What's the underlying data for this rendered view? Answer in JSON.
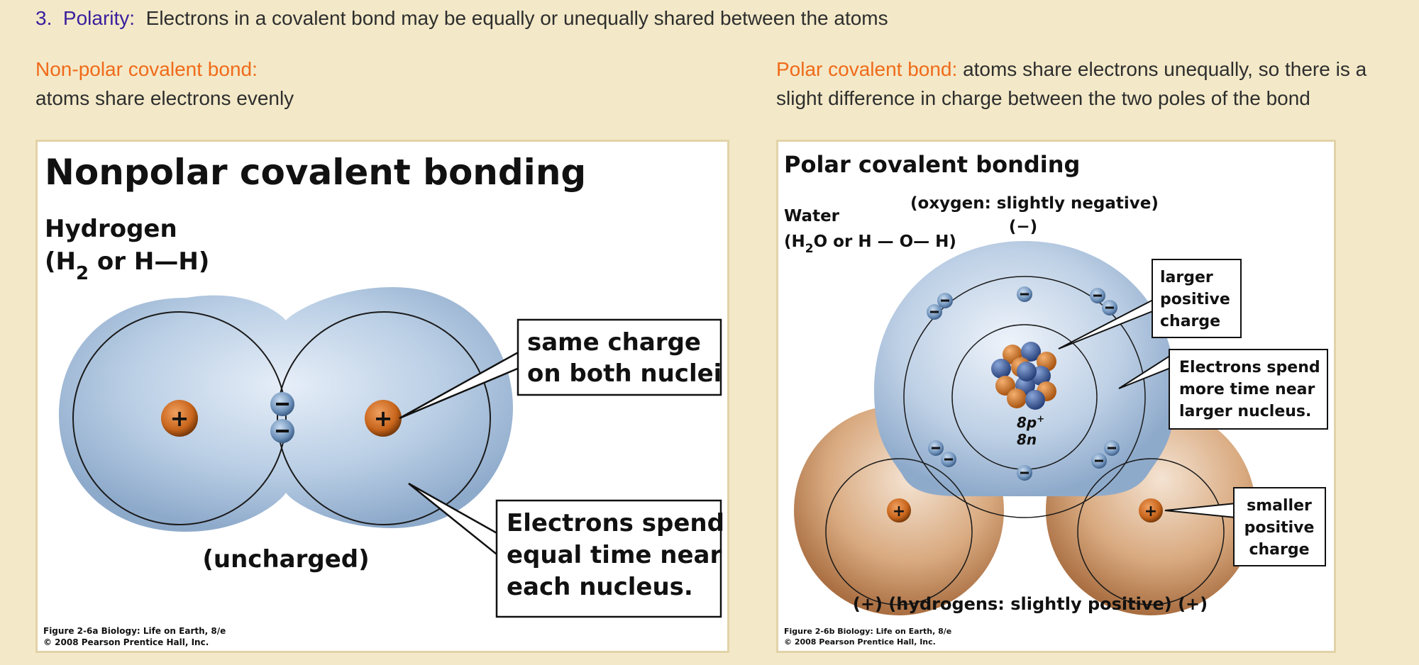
{
  "heading": {
    "number": "3.",
    "label": "Polarity:",
    "text": "Electrons in a covalent bond may be equally or unequally shared between the atoms"
  },
  "nonpolar": {
    "term": "Non-polar covalent bond:",
    "description": "atoms share electrons evenly",
    "figure": {
      "title": "Nonpolar covalent bonding",
      "molecule_name": "Hydrogen",
      "formula_open": "(H",
      "formula_sub": "2",
      "formula_rest": " or H—H)",
      "charge_label": "(uncharged)",
      "callout_1": [
        "same charge",
        "on both nuclei"
      ],
      "callout_2": [
        "Electrons spend",
        "equal time near",
        "each nucleus."
      ],
      "credit_1": "Figure 2-6a  Biology: Life on Earth, 8/e",
      "credit_2": "© 2008 Pearson Prentice Hall, Inc."
    }
  },
  "polar": {
    "term": "Polar covalent bond:",
    "description_line1": "atoms share electrons unequally, so there is a",
    "description_line2": "slight difference in charge between the two poles of the bond",
    "figure": {
      "title": "Polar covalent bonding",
      "oxygen_label": "(oxygen: slightly negative)",
      "oxygen_sign": "(−)",
      "molecule_name": "Water",
      "formula_open": "(H",
      "formula_sub": "2",
      "formula_rest": "O or H — O— H)",
      "nucleus_protons": "8p",
      "nucleus_proton_sup": "+",
      "nucleus_neutrons": "8n",
      "callout_1": [
        "larger",
        "positive",
        "charge"
      ],
      "callout_2": [
        "Electrons spend",
        "more time near",
        "larger nucleus."
      ],
      "callout_3": [
        "smaller",
        "positive",
        "charge"
      ],
      "hydrogen_label": "(+)  (hydrogens: slightly positive)  (+)",
      "credit_1": "Figure 2-6b  Biology: Life on Earth, 8/e",
      "credit_2": "© 2008 Pearson Prentice Hall, Inc."
    }
  },
  "colors": {
    "background": "#f3e9c8",
    "heading_purple": "#3a1f9e",
    "term_orange": "#f06a1a",
    "electron_cloud_blue": "#a9c2de",
    "hydrogen_cloud_tan": "#c8956a",
    "proton_orange": "#c8651c"
  }
}
